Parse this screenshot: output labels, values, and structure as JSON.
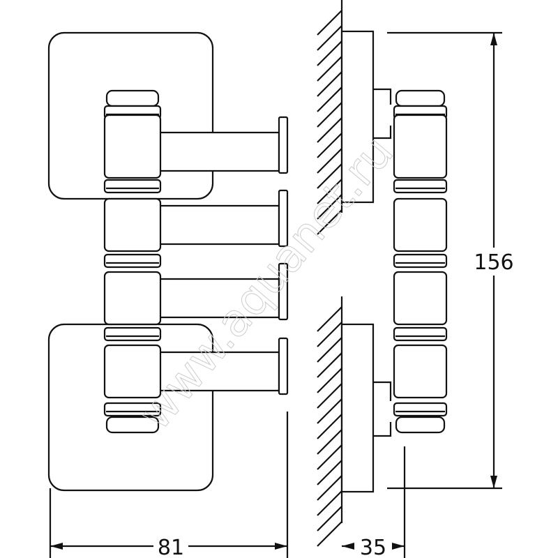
{
  "dimensions": {
    "width": "81",
    "depth": "35",
    "height": "156"
  },
  "watermark": "www.aquanet.ru",
  "colors": {
    "line": "#111111",
    "background": "#ffffff"
  }
}
